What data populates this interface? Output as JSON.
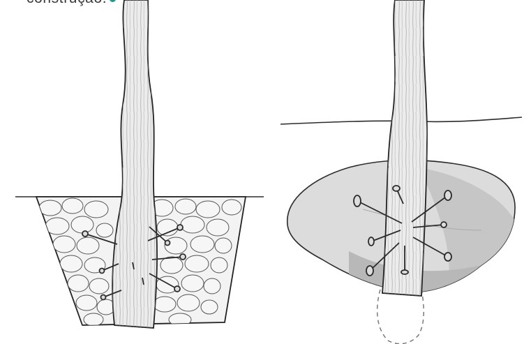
{
  "caption": {
    "text": "construção.",
    "bullet_color": "#1a9a8a"
  },
  "figures": [
    {
      "name": "post-in-rubble-trench",
      "nail_count": 9
    },
    {
      "name": "post-in-concrete-footing",
      "nail_count": 8
    }
  ],
  "colors": {
    "ink": "#2b2b2b",
    "wood": "#e9e9e9",
    "stone": "#f2f2f2",
    "concrete": "#d9d9d9",
    "concrete_shadow": "#b9b9b9"
  }
}
